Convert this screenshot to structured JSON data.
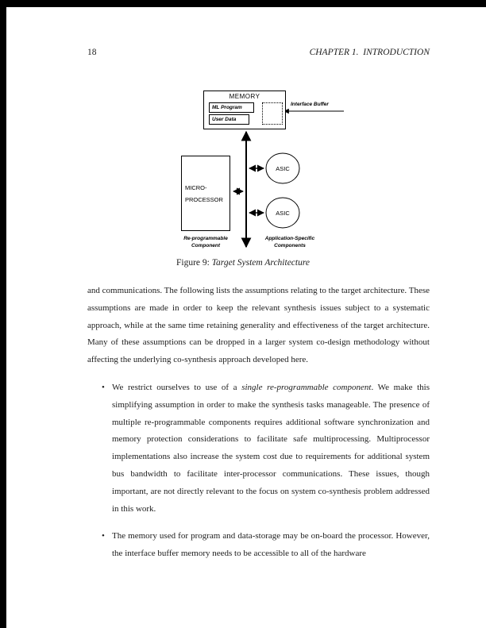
{
  "page": {
    "number": "18",
    "header": "CHAPTER 1.  INTRODUCTION"
  },
  "figure": {
    "memory_label": "MEMORY",
    "ml_program_label": "ML Program",
    "user_data_label": "User Data",
    "interface_buffer_label": "Interface Buffer",
    "microprocessor_line1": "MICRO-",
    "microprocessor_line2": "PROCESSOR",
    "asic1_label": "ASIC",
    "asic2_label": "ASIC",
    "reprogrammable_line1": "Re-programmable",
    "reprogrammable_line2": "Component",
    "appspecific_line1": "Application-Specific",
    "appspecific_line2": "Components",
    "caption_prefix": "Figure 9: ",
    "caption_title": "Target System Architecture"
  },
  "body": {
    "bullet_marker": "•",
    "paragraph": "and communications. The following lists the assumptions relating to the target architecture. These assumptions are made in order to keep the relevant synthesis issues subject to a systematic approach, while at the same time retaining generality and effectiveness of the target architecture. Many of these assumptions can be dropped in a larger system co-design methodology without affecting the underlying co-synthesis approach developed here.",
    "bullets": [
      {
        "pre": "We restrict ourselves to use of a ",
        "italic": "single re-programmable component",
        "post": ". We make this simplifying assumption in order to make the synthesis tasks manageable. The presence of multiple re-programmable components requires additional software synchronization and memory protection considerations to facilitate safe multiprocessing. Multiprocessor implementations also increase the system cost due to requirements for additional system bus bandwidth to facilitate inter-processor communications. These issues, though important, are not directly relevant to the focus on system co-synthesis problem addressed in this work."
      },
      {
        "pre": "",
        "italic": "",
        "post": "The memory used for program and data-storage may be on-board the processor. However, the interface buffer memory needs to be accessible to all of the hardware"
      }
    ]
  }
}
